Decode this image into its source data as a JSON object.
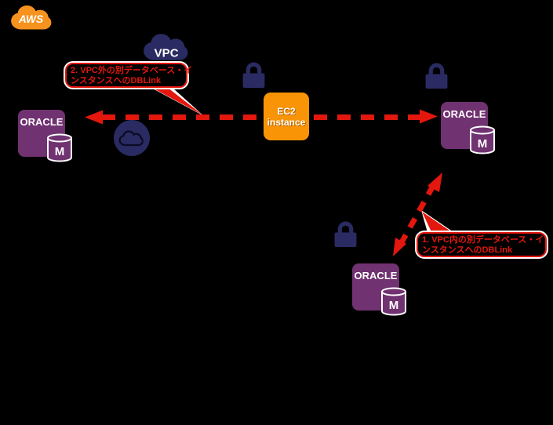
{
  "colors": {
    "background": "#000000",
    "aws_orange": "#F6921E",
    "ec2_orange": "#F89406",
    "navy": "#2B2B63",
    "oracle_purple": "#703271",
    "red": "#E3170D",
    "white": "#FFFFFF"
  },
  "diagram": {
    "aws_logo": {
      "label": "AWS"
    },
    "vpc": {
      "label": "VPC"
    },
    "ec2": {
      "line1": "EC2",
      "line2": "instance"
    },
    "oracle_left": {
      "title": "ORACLE",
      "badge": "M"
    },
    "oracle_right": {
      "title": "ORACLE",
      "badge": "M"
    },
    "oracle_bottom": {
      "title": "ORACLE",
      "badge": "M"
    },
    "callout_external": {
      "line1": "2. VPC外の別データベース・イ",
      "line2": "ンスタンスへのDBLink"
    },
    "callout_internal": {
      "line1": "1. VPC内の別データベース・イ",
      "line2": "ンスタンスへのDBLink"
    },
    "icons": {
      "padlock": "security-lock-icon",
      "cloud_circle": "cloud-in-circle-icon",
      "aws_cloud": "aws-cloud-icon",
      "vpc_cloud": "vpc-cloud-icon"
    }
  }
}
